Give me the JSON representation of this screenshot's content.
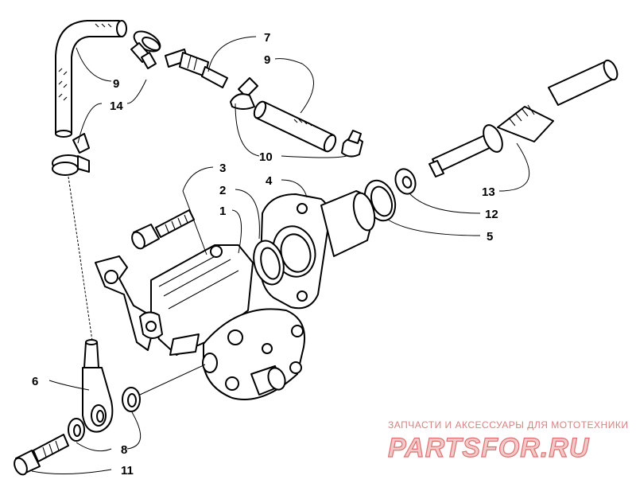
{
  "callouts": {
    "c1": "1",
    "c2": "2",
    "c3": "3",
    "c4": "4",
    "c5": "5",
    "c6": "6",
    "c7": "7",
    "c8": "8",
    "c9a": "9",
    "c9b": "9",
    "c10": "10",
    "c11": "11",
    "c12": "12",
    "c13": "13",
    "c14": "14"
  },
  "watermark": {
    "tagline": "ЗАПЧАСТИ И АКСЕССУАРЫ ДЛЯ МОТОТЕХНИКИ",
    "logo": "PARTSFOR.RU"
  },
  "colors": {
    "line": "#000000",
    "watermark": "#e07070"
  }
}
